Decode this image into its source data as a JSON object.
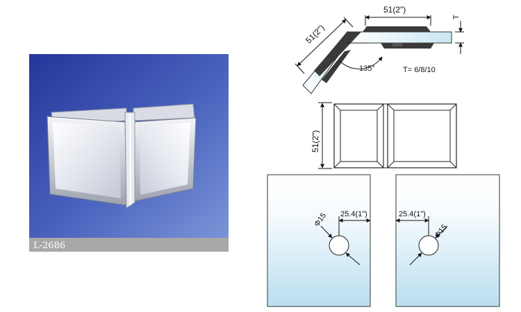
{
  "product": {
    "model_label": "L-2686"
  },
  "dimensions": {
    "width_label": "51(2\")",
    "side_label": "51(2\")",
    "front_height_label": "51(2\")",
    "thickness_symbol": "T",
    "angle_label": "135°",
    "thickness_options": "T= 6/8/10",
    "hole_offset_left": "25.4(1\")",
    "hole_offset_right": "25.4(1\")",
    "hole_diameter_left": "Φ15",
    "hole_diameter_right": "Φ15"
  },
  "colors": {
    "photo_bg_top": "#2e3f9e",
    "photo_bg_bottom": "#6a86cf",
    "label_bar": "#a8a8a8",
    "glass_top": "#ffffff",
    "glass_bottom": "#b9dff0"
  }
}
